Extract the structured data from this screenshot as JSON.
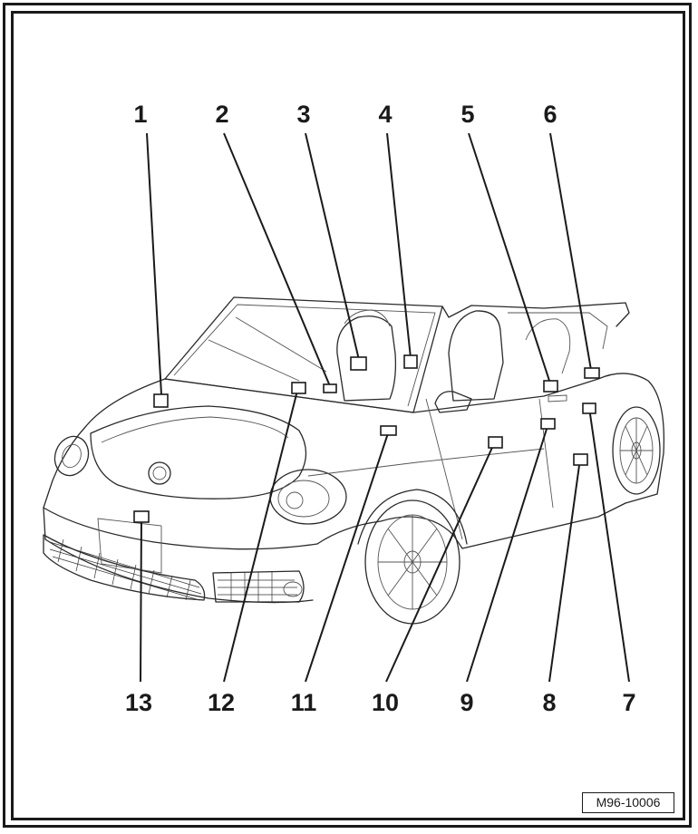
{
  "diagram": {
    "reference_code": "M96-10006",
    "callouts_top": [
      "1",
      "2",
      "3",
      "4",
      "5",
      "6"
    ],
    "callouts_bottom": [
      "13",
      "12",
      "11",
      "10",
      "9",
      "8",
      "7"
    ]
  }
}
